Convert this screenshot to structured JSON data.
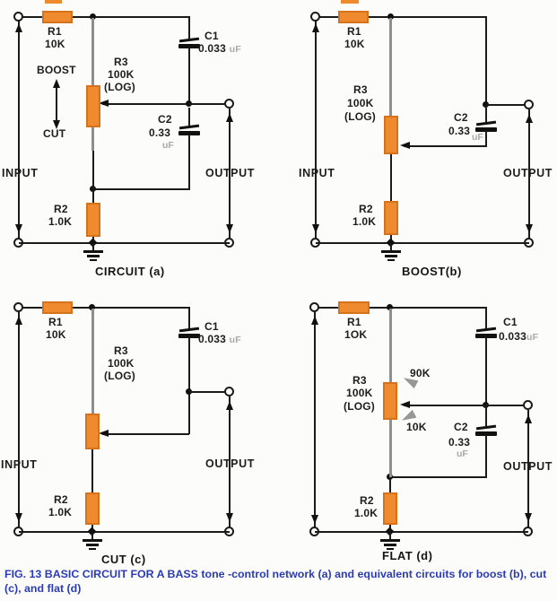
{
  "caption": "FIG. 13 BASIC CIRCUIT FOR A BASS tone -control network (a) and equivalent circuits for boost (b), cut (c), and flat (d)",
  "colors": {
    "resistor_fill": "#f08a2e",
    "resistor_border": "#d4731c",
    "wire": "#1b1b1b",
    "pot_track_gray": "#8f8f8f",
    "caption_blue": "#2b3cb3",
    "unit_gray": "#a9a9a9"
  },
  "circuits": {
    "a": {
      "title": "CIRCUIT (a)",
      "input_label": "INPUT",
      "output_label": "OUTPUT",
      "boost_label": "BOOST",
      "cut_label": "CUT",
      "components": {
        "r1": {
          "ref": "R1",
          "value": "10K"
        },
        "r2": {
          "ref": "R2",
          "value": "1.0K"
        },
        "r3": {
          "ref": "R3",
          "value": "100K",
          "taper": "(LOG)"
        },
        "c1": {
          "ref": "C1",
          "value": "0.033",
          "unit": "uF"
        },
        "c2": {
          "ref": "C2",
          "value": "0.33",
          "unit": "uF"
        }
      }
    },
    "b": {
      "title": "BOOST(b)",
      "input_label": "INPUT",
      "output_label": "OUTPUT",
      "components": {
        "r1": {
          "ref": "R1",
          "value": "10K"
        },
        "r2": {
          "ref": "R2",
          "value": "1.0K"
        },
        "r3": {
          "ref": "R3",
          "value": "100K",
          "taper": "(LOG)"
        },
        "c2": {
          "ref": "C2",
          "value": "0.33",
          "unit": "uF"
        }
      }
    },
    "c": {
      "title": "CUT (c)",
      "input_label": "INPUT",
      "output_label": "OUTPUT",
      "components": {
        "r1": {
          "ref": "R1",
          "value": "10K"
        },
        "r2": {
          "ref": "R2",
          "value": "1.0K"
        },
        "r3": {
          "ref": "R3",
          "value": "100K",
          "taper": "(LOG)"
        },
        "c1": {
          "ref": "C1",
          "value": "0.033",
          "unit": "uF"
        }
      }
    },
    "d": {
      "title": "FLAT (d)",
      "output_label": "OUTPUT",
      "wiper_upper_value": "90K",
      "wiper_lower_value": "10K",
      "components": {
        "r1": {
          "ref": "R1",
          "value": "1OK"
        },
        "r2": {
          "ref": "R2",
          "value": "1.0K"
        },
        "r3": {
          "ref": "R3",
          "value": "100K",
          "taper": "(LOG)"
        },
        "c1": {
          "ref": "C1",
          "value": "0.033",
          "unit": "uF"
        },
        "c2": {
          "ref": "C2",
          "value": "0.33",
          "unit": "uF"
        }
      }
    }
  }
}
